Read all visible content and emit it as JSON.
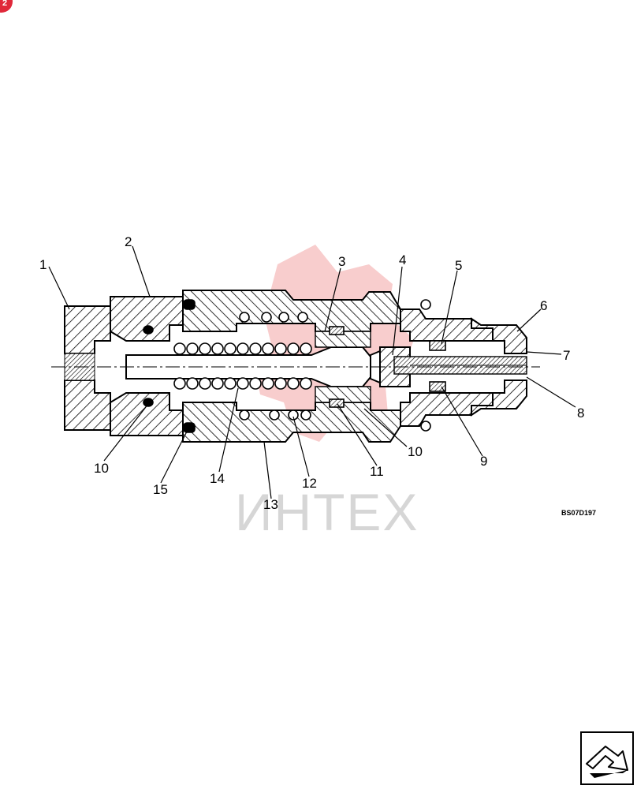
{
  "corner_badge": "2",
  "watermark": "ИНТЕХ",
  "figure_code": "BS07D197",
  "callouts": {
    "c1": "1",
    "c2": "2",
    "c3": "3",
    "c4": "4",
    "c5": "5",
    "c6": "6",
    "c7": "7",
    "c8": "8",
    "c9": "9",
    "c10a": "10",
    "c10b": "10",
    "c11": "11",
    "c12": "12",
    "c13": "13",
    "c14": "14",
    "c15": "15"
  },
  "colors": {
    "badge": "#e0283a",
    "watermark_logo": "#f7c8c8",
    "watermark_text": "#d6d6d6",
    "ink": "#000000"
  },
  "icons": {
    "nav": "next-page-arrow-icon"
  }
}
